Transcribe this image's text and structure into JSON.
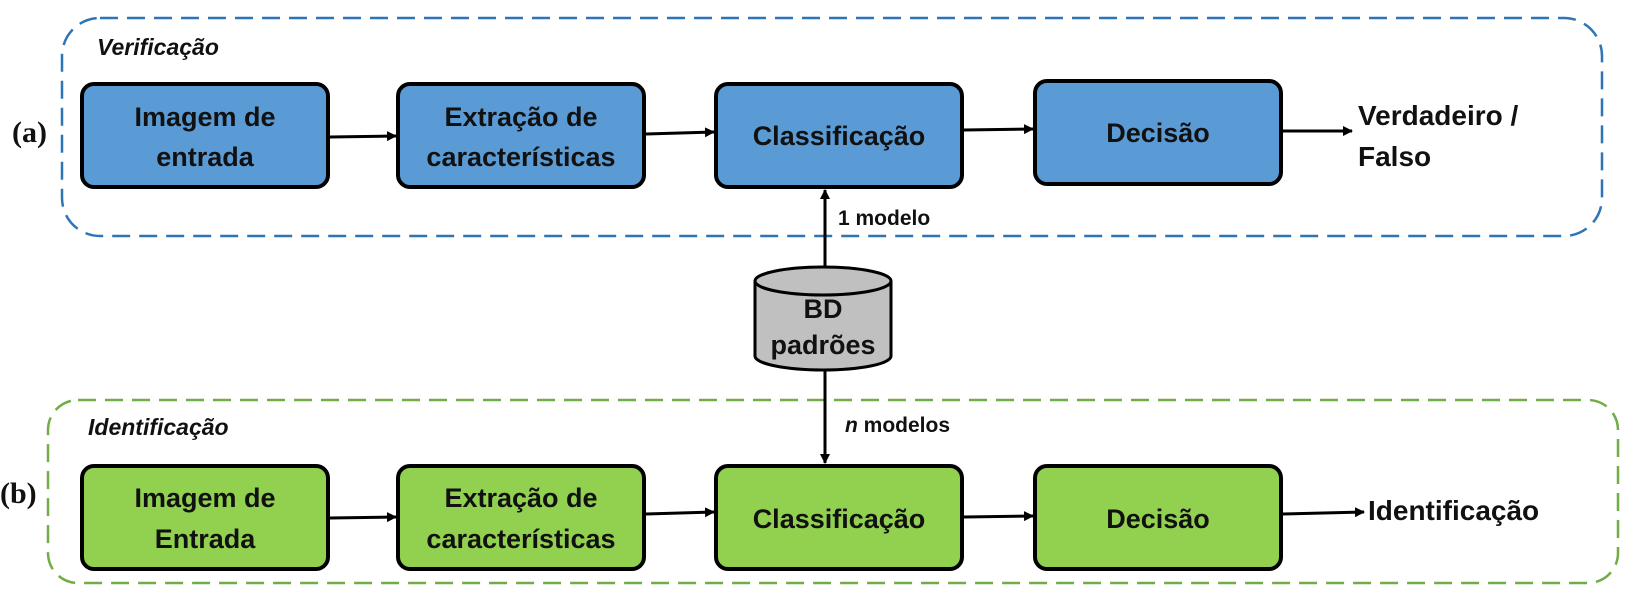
{
  "colors": {
    "verification_box": "#5b9bd5",
    "identification_box": "#92d050",
    "verification_border": "#2e75b6",
    "identification_border": "#70ad47",
    "database": "#c0c0c0",
    "stroke": "#000000"
  },
  "verification": {
    "side_label": "(a)",
    "title": "Verificação",
    "step1_line1": "Imagem de",
    "step1_line2": "entrada",
    "step2_line1": "Extração de",
    "step2_line2": "características",
    "step3": "Classificação",
    "step4": "Decisão",
    "output_line1": "Verdadeiro /",
    "output_line2": "Falso",
    "edge_label": "1 modelo"
  },
  "database": {
    "line1": "BD",
    "line2": "padrões"
  },
  "identification": {
    "side_label": "(b)",
    "title": "Identificação",
    "step1_line1": "Imagem de",
    "step1_line2": "Entrada",
    "step2_line1": "Extração de",
    "step2_line2": "características",
    "step3": "Classificação",
    "step4": "Decisão",
    "output": "Identificação",
    "edge_label_italic": "n",
    "edge_label_rest": " modelos"
  }
}
